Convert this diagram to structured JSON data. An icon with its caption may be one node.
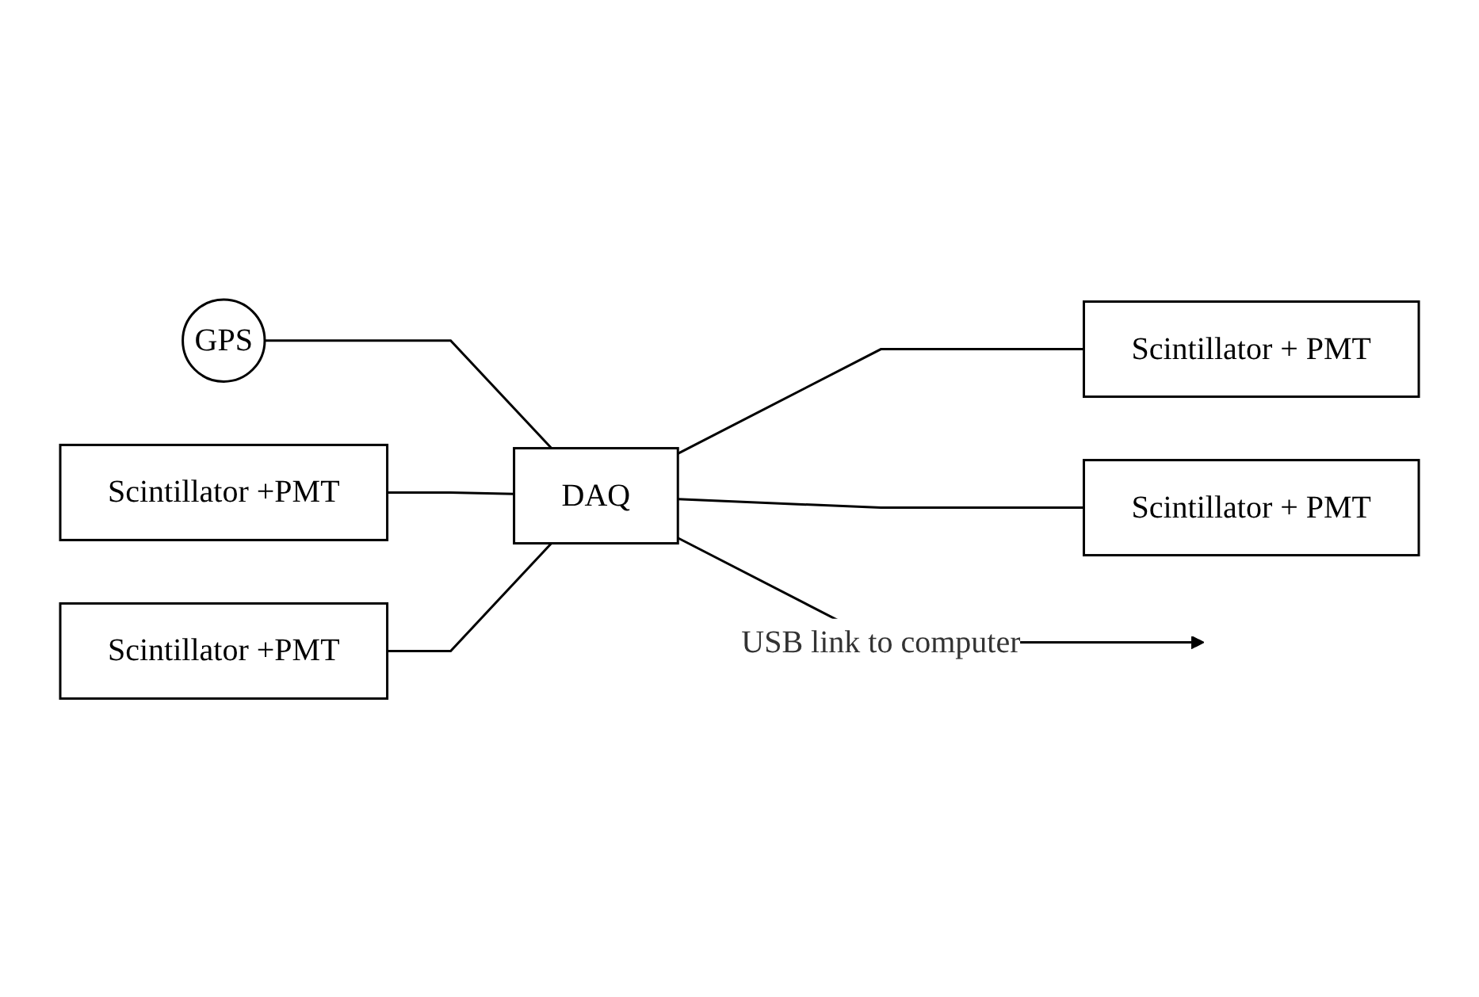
{
  "diagram": {
    "nodes": [
      {
        "text": [
          "GPS"
        ]
      },
      {
        "text": [
          "Scintillator +PMT"
        ]
      },
      {
        "text": [
          "Scintillator + PMT"
        ]
      },
      {
        "text": [
          "DAQ"
        ]
      },
      {
        "text": [
          "Scintillator +PMT"
        ]
      },
      {
        "text": [
          "Scintillator + PMT"
        ]
      }
    ],
    "edges": [
      {
        "from": 0,
        "to": 3,
        "arrow": "none"
      },
      {
        "from": 1,
        "to": 3,
        "arrow": "none"
      },
      {
        "from": 3,
        "to": 2,
        "arrow": "none"
      },
      {
        "from": 4,
        "to": 3,
        "arrow": "none"
      },
      {
        "from": 3,
        "to": 5,
        "arrow": "none"
      },
      {
        "from": 3,
        "to": null,
        "arrow": "to",
        "label": "USB link to computer"
      }
    ]
  }
}
